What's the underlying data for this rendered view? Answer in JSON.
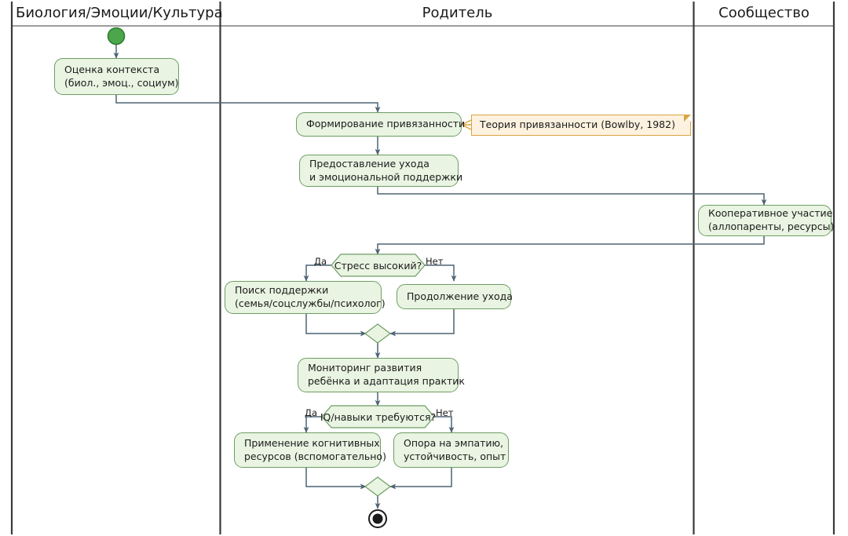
{
  "diagram": {
    "kind": "uml-activity-swimlane",
    "title_visible": false,
    "colors": {
      "activity_fill": "#E9F4E2",
      "activity_border": "#6D9E63",
      "note_fill": "#FCF2DF",
      "note_border": "#D9A441",
      "edge": "#4D6374",
      "lane_border": "#3A3A3A",
      "start_node": "#2E9E3E",
      "end_node": "#1B1B1B"
    },
    "lanes": [
      {
        "id": "lane-biology",
        "label": "Биология/Эмоции/Культура"
      },
      {
        "id": "lane-parent",
        "label": "Родитель"
      },
      {
        "id": "lane-community",
        "label": "Сообщество"
      }
    ],
    "nodes": [
      {
        "id": "start",
        "type": "start",
        "lane": "lane-biology",
        "label": ""
      },
      {
        "id": "assess-context",
        "type": "activity",
        "lane": "lane-biology",
        "lines": [
          "Оценка контекста",
          "(биол., эмоц., социум)"
        ]
      },
      {
        "id": "attachment-forming",
        "type": "activity",
        "lane": "lane-parent",
        "lines": [
          "Формирование привязанности"
        ]
      },
      {
        "id": "care-support",
        "type": "activity",
        "lane": "lane-parent",
        "lines": [
          "Предоставление ухода",
          "и эмоциональной поддержки"
        ]
      },
      {
        "id": "cooperative-participation",
        "type": "activity",
        "lane": "lane-community",
        "lines": [
          "Кооперативное участие",
          "(аллопаренты, ресурсы)"
        ]
      },
      {
        "id": "decision-stress",
        "type": "decision",
        "lane": "lane-parent",
        "label": "Стресс высокий?",
        "yes_label": "Да",
        "no_label": "Нет"
      },
      {
        "id": "seek-support",
        "type": "activity",
        "lane": "lane-parent",
        "lines": [
          "Поиск поддержки",
          "(семья/соцслужбы/психолог)"
        ]
      },
      {
        "id": "continue-care",
        "type": "activity",
        "lane": "lane-parent",
        "lines": [
          "Продолжение ухода"
        ]
      },
      {
        "id": "merge-1",
        "type": "merge",
        "lane": "lane-parent",
        "label": ""
      },
      {
        "id": "monitoring",
        "type": "activity",
        "lane": "lane-parent",
        "lines": [
          "Мониторинг развития",
          "ребёнка и адаптация практик"
        ]
      },
      {
        "id": "decision-iq",
        "type": "decision",
        "lane": "lane-parent",
        "label": "IQ/навыки требуются?",
        "yes_label": "Да",
        "no_label": "Нет"
      },
      {
        "id": "cognitive-resources",
        "type": "activity",
        "lane": "lane-parent",
        "lines": [
          "Применение когнитивных",
          "ресурсов (вспомогательно)"
        ]
      },
      {
        "id": "empathy-resilience",
        "type": "activity",
        "lane": "lane-parent",
        "lines": [
          "Опора на эмпатию,",
          "устойчивость, опыт"
        ]
      },
      {
        "id": "merge-2",
        "type": "merge",
        "lane": "lane-parent",
        "label": ""
      },
      {
        "id": "end",
        "type": "end",
        "lane": "lane-parent",
        "label": ""
      }
    ],
    "notes": [
      {
        "id": "note-bowlby",
        "text": "Теория привязанности (Bowlby, 1982)",
        "attached_to": "attachment-forming"
      }
    ],
    "edge_labels": {
      "stress_yes": "Да",
      "stress_no": "Нет",
      "iq_yes": "Да",
      "iq_no": "Нет"
    }
  }
}
